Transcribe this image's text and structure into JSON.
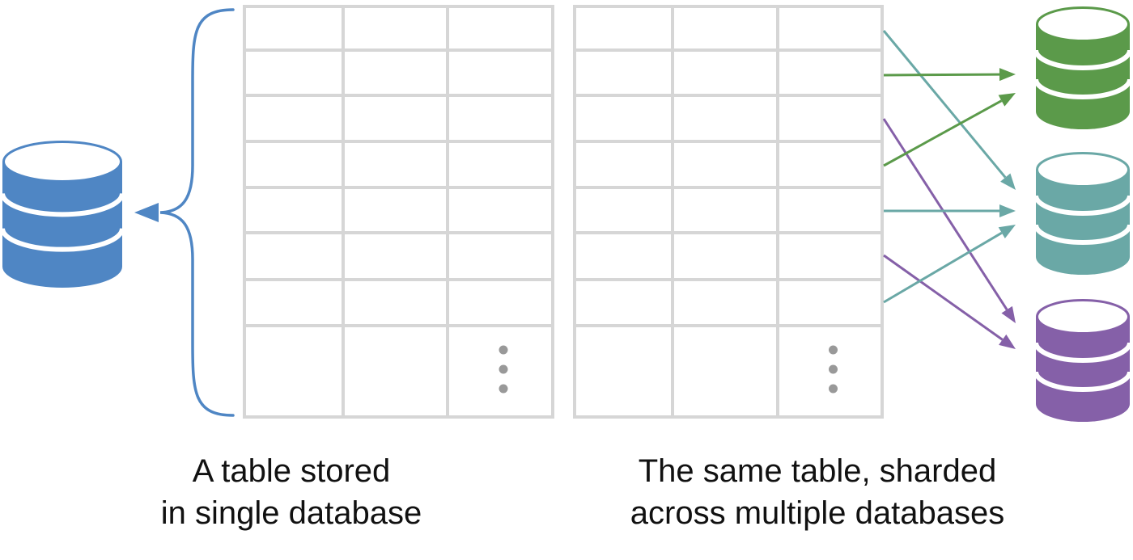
{
  "colors": {
    "single_db": "#4f86c4",
    "shard_green": "#5b9a4a",
    "shard_teal": "#6aa8a6",
    "shard_purple": "#8560a8",
    "grid_line": "#d6d6d6",
    "ellipsis_dot": "#999999",
    "text": "#111111"
  },
  "icons": {
    "single_db": "database-icon",
    "shards": [
      "database-icon",
      "database-icon",
      "database-icon"
    ]
  },
  "tables": {
    "left": {
      "columns": 3,
      "rows_shown": 7,
      "has_more_rows": true
    },
    "right": {
      "columns": 3,
      "rows_shown": 7,
      "has_more_rows": true
    }
  },
  "row_to_shard": [
    "teal",
    "green",
    "purple",
    "green",
    "teal",
    "purple",
    "teal"
  ],
  "captions": {
    "left": {
      "line1": "A table stored",
      "line2": "in single database"
    },
    "right": {
      "line1": "The same table, sharded",
      "line2": "across multiple databases"
    }
  }
}
